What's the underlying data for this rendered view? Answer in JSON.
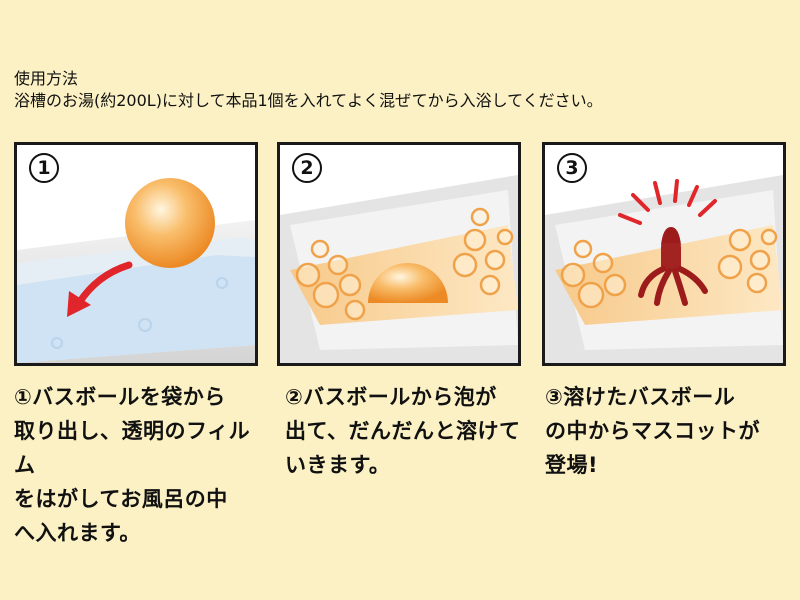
{
  "header": {
    "title": "使用方法",
    "instruction": "浴槽のお湯(約200L)に対して本品1個を入れてよく混ぜてから入浴してください。"
  },
  "steps": [
    {
      "number": "1",
      "caption": [
        "①バスボールを袋から",
        "取り出し、透明のフィルム",
        "をはがしてお風呂の中",
        "へ入れます。"
      ]
    },
    {
      "number": "2",
      "caption": [
        "②バスボールから泡が",
        "出て、だんだんと溶けて",
        "いきます。"
      ]
    },
    {
      "number": "3",
      "caption": [
        "③溶けたバスボール",
        "の中からマスコットが",
        "登場!"
      ]
    }
  ],
  "colors": {
    "background": "#fbf1c4",
    "panel_border": "#1a1a1a",
    "bath_ball": "#f4a23e",
    "water_blue": "#cfe3f5",
    "water_orange": "#f7c98a",
    "arrow_red": "#e0262a",
    "mascot": "#9c1c1c"
  },
  "icons": [
    "bath-ball-icon",
    "down-left-arrow-icon",
    "bubble-icon",
    "octopus-mascot-icon",
    "burst-lines-icon"
  ]
}
